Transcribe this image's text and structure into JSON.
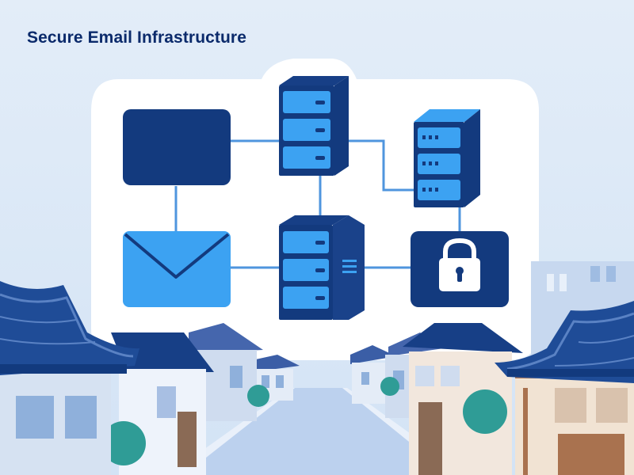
{
  "header": {
    "title": "Secure Email Infrastructure"
  },
  "diagram": {
    "nodes": [
      {
        "id": "client-box",
        "kind": "box",
        "icon": "blank-tile"
      },
      {
        "id": "server-top",
        "kind": "server",
        "icon": "server-rack-icon"
      },
      {
        "id": "server-right",
        "kind": "server",
        "icon": "server-rack-icon"
      },
      {
        "id": "email",
        "kind": "box",
        "icon": "envelope-icon"
      },
      {
        "id": "server-center",
        "kind": "server",
        "icon": "server-rack-icon"
      },
      {
        "id": "security",
        "kind": "box",
        "icon": "padlock-icon"
      }
    ],
    "edges": [
      [
        "client-box",
        "server-top"
      ],
      [
        "client-box",
        "email"
      ],
      [
        "server-top",
        "server-center"
      ],
      [
        "server-top",
        "server-right"
      ],
      [
        "server-right",
        "security"
      ],
      [
        "email",
        "server-center"
      ],
      [
        "server-center",
        "security"
      ]
    ]
  },
  "colors": {
    "navy": "#123a7e",
    "blue": "#3ca2f2",
    "sky": "#dde9f7",
    "link": "#4f95de",
    "panel": "#ffffff"
  }
}
